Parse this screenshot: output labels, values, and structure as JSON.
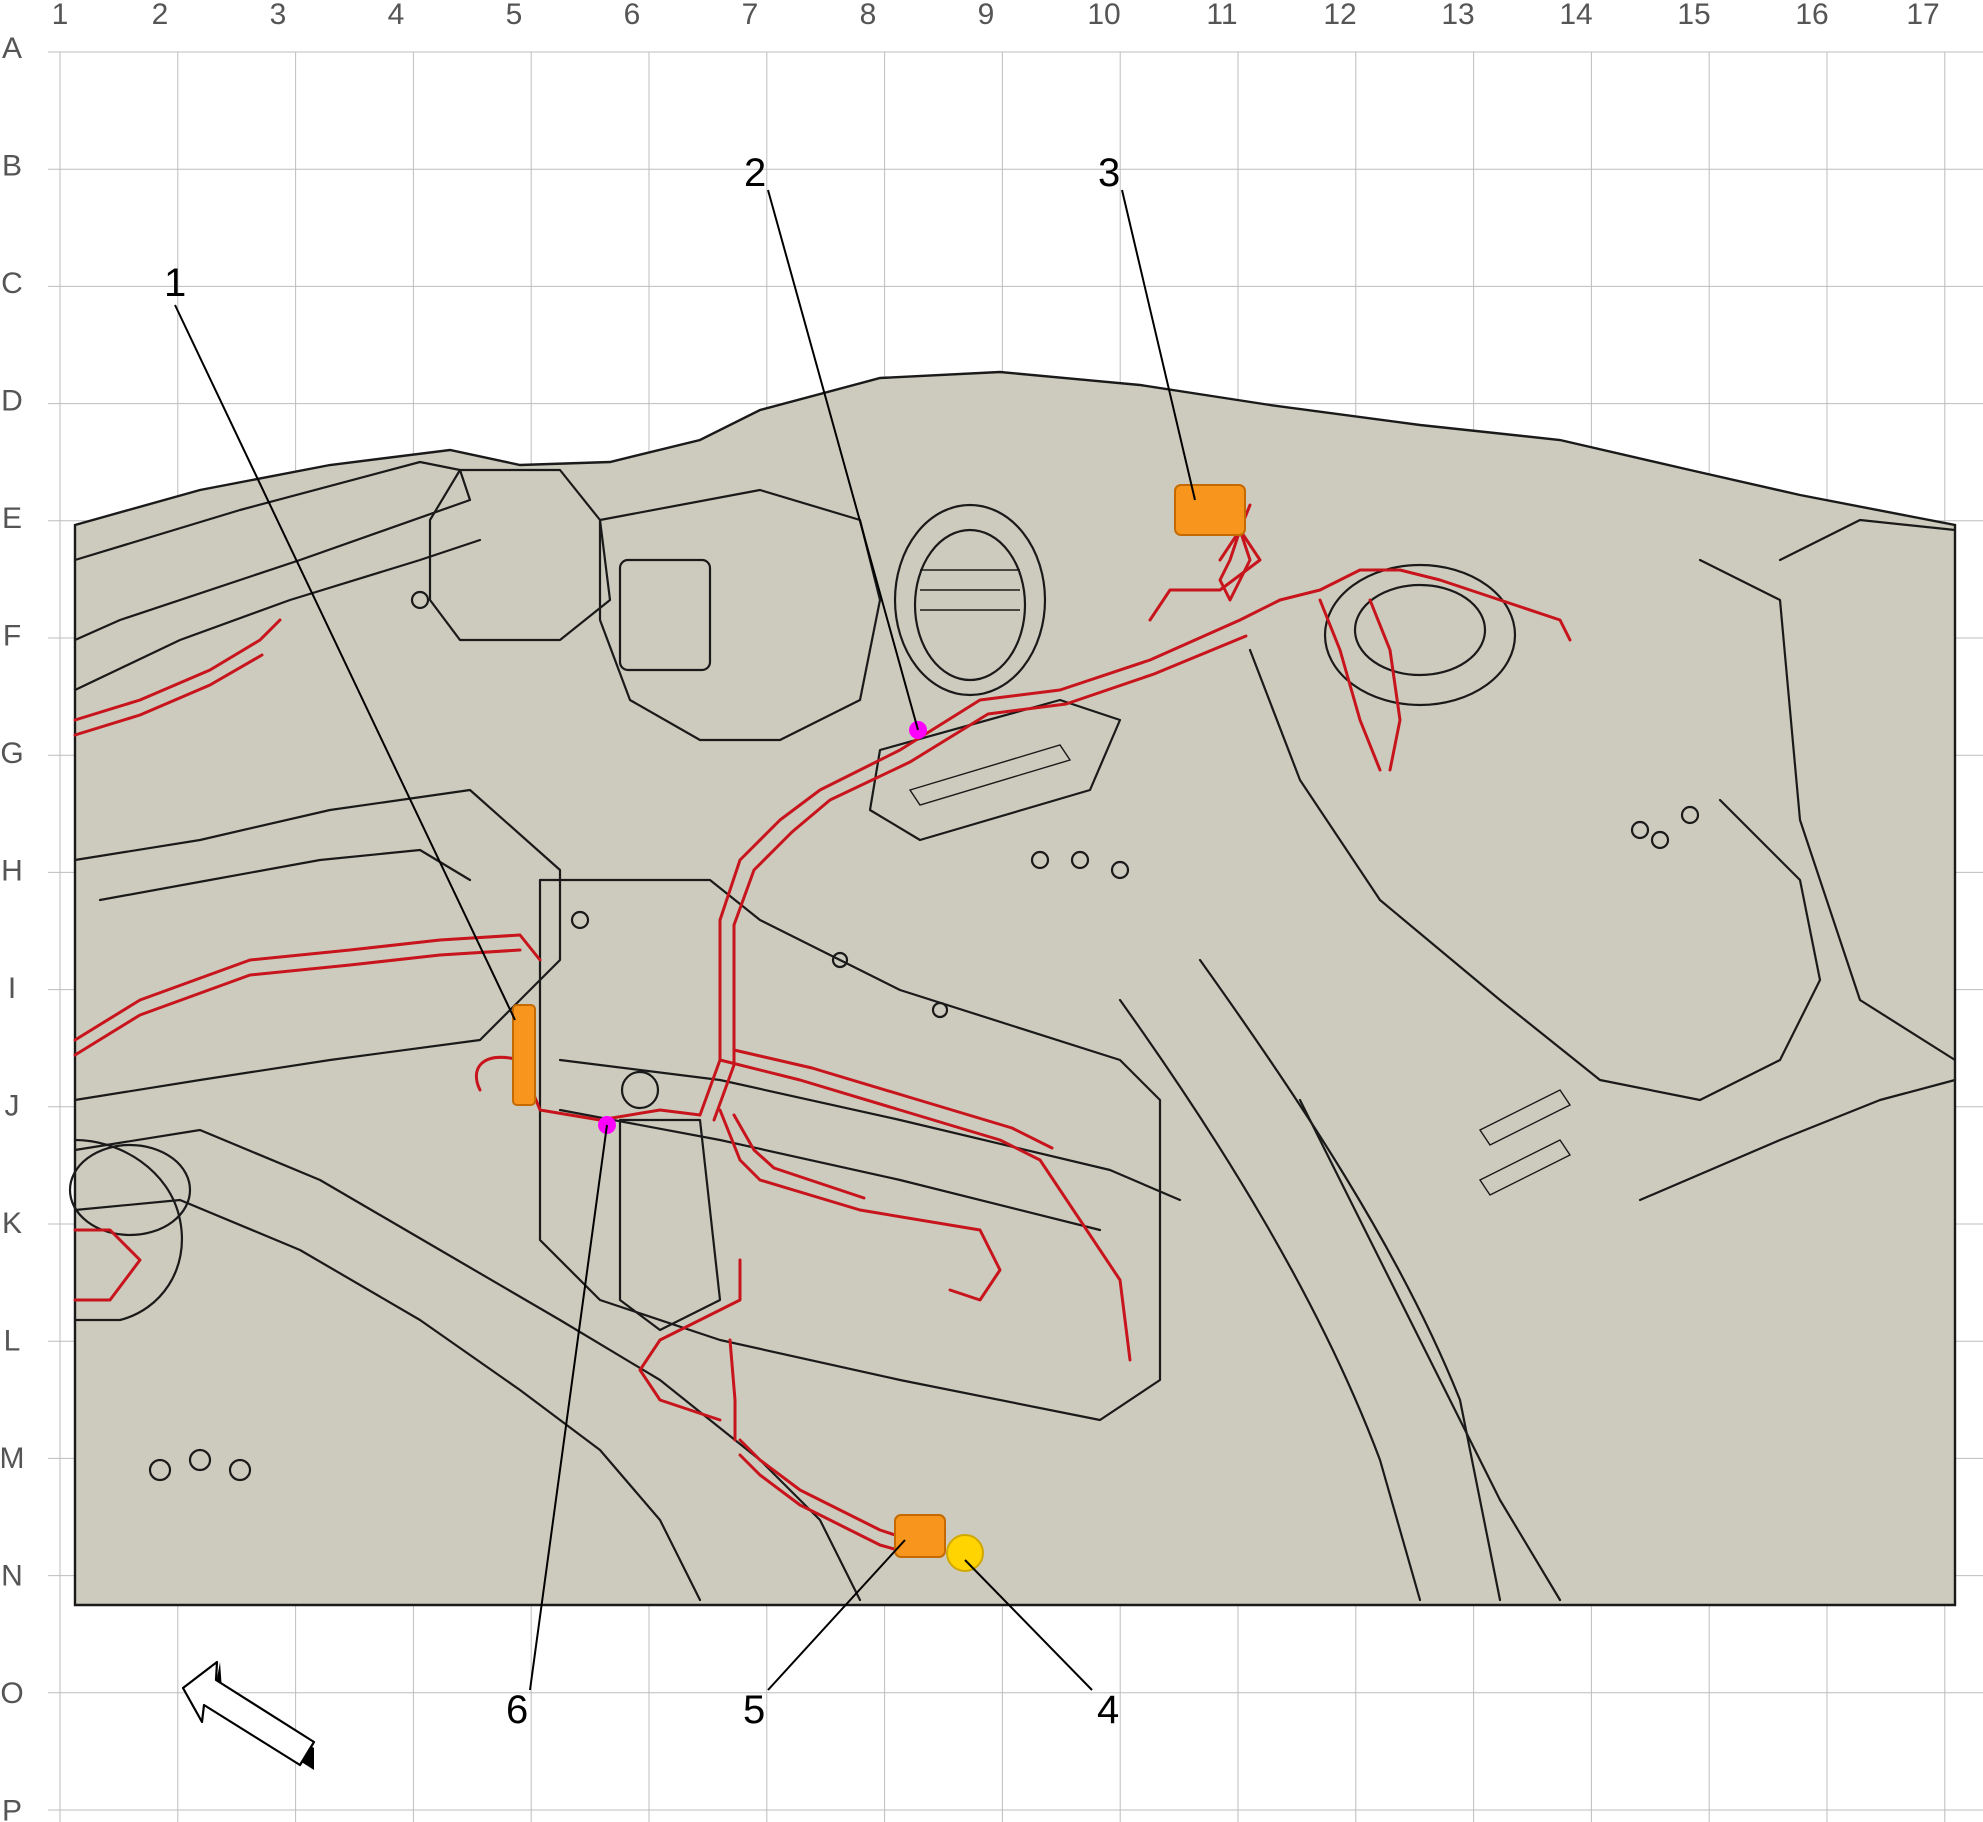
{
  "grid": {
    "columns": [
      "1",
      "2",
      "3",
      "4",
      "5",
      "6",
      "7",
      "8",
      "9",
      "10",
      "11",
      "12",
      "13",
      "14",
      "15",
      "16",
      "17"
    ],
    "rows": [
      "A",
      "B",
      "C",
      "D",
      "E",
      "F",
      "G",
      "H",
      "I",
      "J",
      "K",
      "L",
      "M",
      "N",
      "O",
      "P"
    ]
  },
  "callouts": [
    {
      "id": 1,
      "label": "1"
    },
    {
      "id": 2,
      "label": "2"
    },
    {
      "id": 3,
      "label": "3"
    },
    {
      "id": 4,
      "label": "4"
    },
    {
      "id": 5,
      "label": "5"
    },
    {
      "id": 6,
      "label": "6"
    }
  ],
  "colors": {
    "background": "#ffffff",
    "panel": "#cdcbbd",
    "grid": "#bdbdbd",
    "harness": "#c8141c",
    "connector_orange": "#f7951d",
    "connector_yellow": "#ffd400",
    "splice_magenta": "#ff00ff",
    "outline": "#1a1a1a"
  },
  "icons": {
    "view_direction": "orientation-arrow-icon"
  }
}
